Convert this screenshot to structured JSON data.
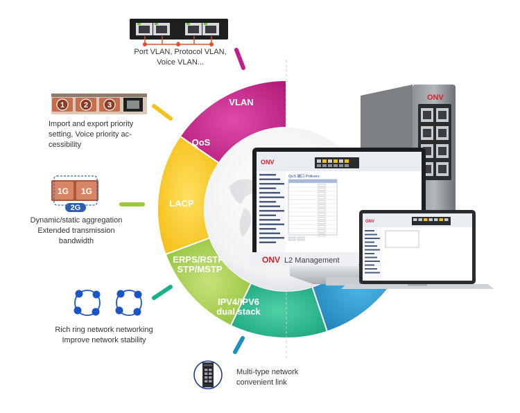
{
  "colors": {
    "vlan": "#c41e8c",
    "qos": "#f3c21c",
    "lacp": "#9cc83a",
    "erps": "#19b08a",
    "ipv": "#1d8fc0",
    "port_dot": "#e0502a",
    "ring_node": "#1a55c8",
    "lag_badge": "#2d5fb0",
    "caption_text": "#333333"
  },
  "segments": [
    {
      "label_lines": [
        "VLAN"
      ],
      "color_key": "vlan"
    },
    {
      "label_lines": [
        "QoS"
      ],
      "color_key": "qos"
    },
    {
      "label_lines": [
        "LACP"
      ],
      "color_key": "lacp"
    },
    {
      "label_lines": [
        "ERPS/RSTP/",
        "STP/MSTP"
      ],
      "color_key": "erps"
    },
    {
      "label_lines": [
        "IPV4/IPV6",
        "dual stack"
      ],
      "color_key": "ipv"
    }
  ],
  "features": {
    "vlan": {
      "lines": [
        "Port VLAN, Protocol VLAN,",
        "Voice VLAN..."
      ]
    },
    "qos": {
      "lines": [
        "Import and export priority",
        "setting, Voice priority ac-",
        "cessibility"
      ],
      "badges": [
        "1",
        "2",
        "3"
      ]
    },
    "lacp": {
      "lines": [
        "Dynamic/static aggregation",
        "Extended transmission",
        "bandwidth"
      ],
      "ports": [
        "1G",
        "1G"
      ],
      "aggregate": "2G"
    },
    "ring": {
      "lines": [
        "Rich ring network networking",
        "Improve network stability"
      ]
    },
    "multi": {
      "lines": [
        "Multi-type network",
        "convenient link"
      ]
    }
  },
  "monitor": {
    "brand": "ONV",
    "label": "L2 Management",
    "panel_title": "QoS 端口 Policers"
  },
  "laptop": {
    "brand": "ONV"
  },
  "switch": {
    "brand": "ONV"
  },
  "icons": {
    "ring": "ring-topology-icon",
    "device": "switch-device-icon",
    "world": "world-map-icon",
    "port": "ethernet-port-icon"
  }
}
